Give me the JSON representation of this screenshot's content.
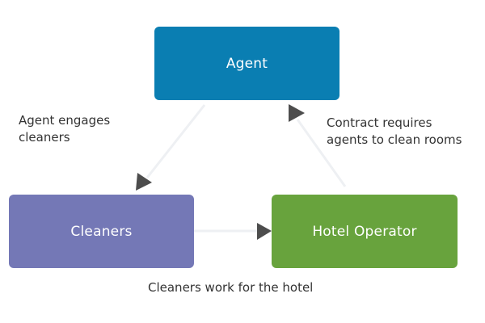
{
  "diagram": {
    "nodes": [
      {
        "id": "agent",
        "label": "Agent",
        "color": "#0a7eb2"
      },
      {
        "id": "cleaners",
        "label": "Cleaners",
        "color": "#7478b6"
      },
      {
        "id": "hotel",
        "label": "Hotel Operator",
        "color": "#68a33d"
      }
    ],
    "edges": [
      {
        "from": "agent",
        "to": "cleaners",
        "label": "Agent engages\ncleaners"
      },
      {
        "from": "hotel",
        "to": "agent",
        "label": "Contract requires\nagents to clean rooms"
      },
      {
        "from": "cleaners",
        "to": "hotel",
        "label": "Cleaners work for the hotel"
      }
    ],
    "edge_line_color": "#eef0f3",
    "arrowhead_color": "#4d4d4d"
  }
}
